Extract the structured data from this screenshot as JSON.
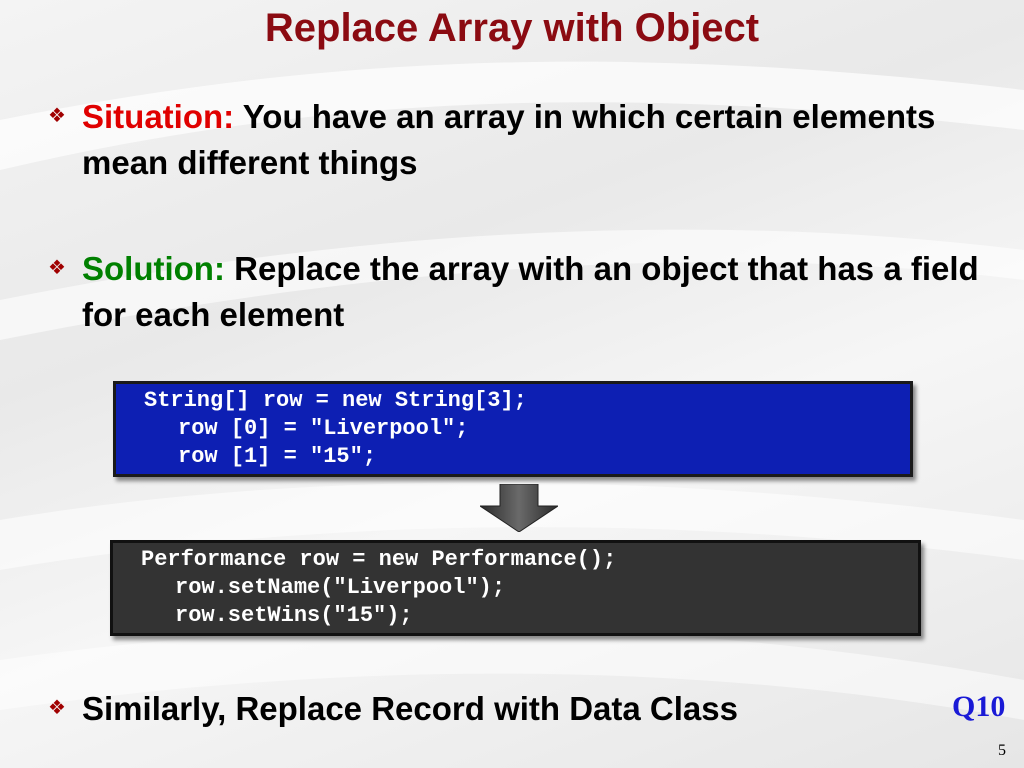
{
  "slide": {
    "title": "Replace Array with Object",
    "bullets": [
      {
        "marker": "❖",
        "keyword": "Situation:",
        "text": " You have an array in which certain elements mean different things"
      },
      {
        "marker": "❖",
        "keyword": "Solution:",
        "text": " Replace the array with an object that has a field for each element"
      },
      {
        "marker": "❖",
        "text": "Similarly, Replace Record with Data Class"
      }
    ],
    "code_before": [
      "String[] row = new String[3];",
      "row [0] = \"Liverpool\";",
      "row [1] = \"15\";"
    ],
    "code_after": [
      "Performance row = new Performance();",
      "row.setName(\"Liverpool\");",
      "row.setWins(\"15\");"
    ],
    "reference": "Q10",
    "page_number": "5"
  },
  "colors": {
    "title": "#8b0b12",
    "situation_keyword": "#e00000",
    "solution_keyword": "#008000",
    "code_before_bg": "#0d1fb3",
    "code_after_bg": "#333333",
    "reference": "#1a1ad6"
  },
  "icons": {
    "bullet": "diamond-bullet-icon",
    "arrow": "down-arrow-icon"
  }
}
